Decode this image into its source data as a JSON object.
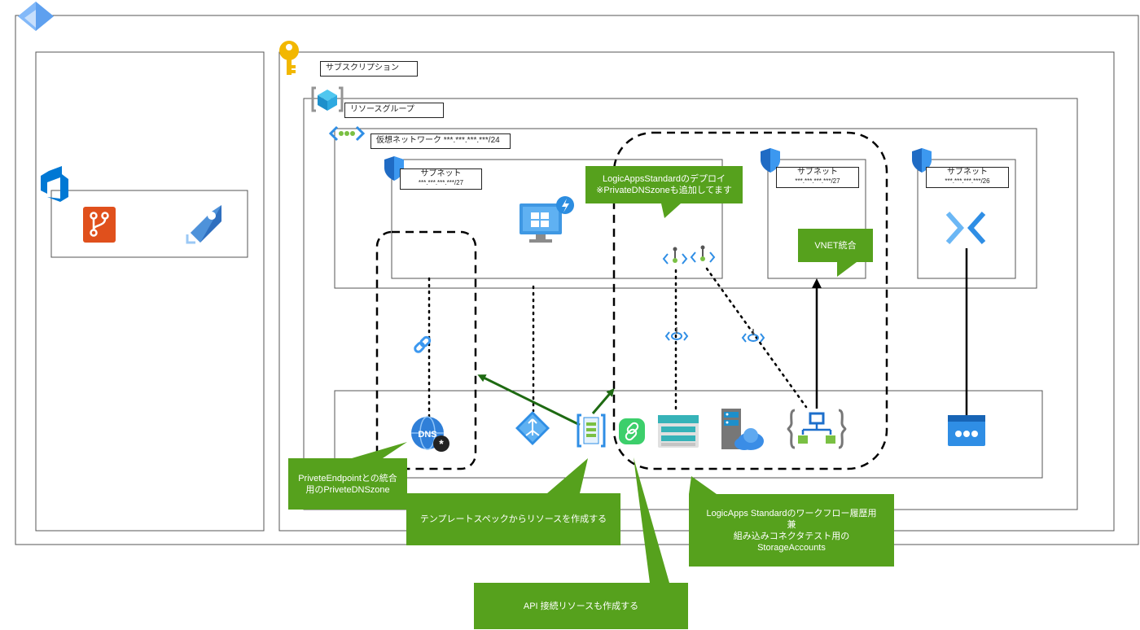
{
  "labels": {
    "subscription": "サブスクリプション",
    "resource_group": "リソースグループ",
    "vnet": "仮想ネットワーク ***.***.***.***/24",
    "subnet1_title": "サブネット",
    "subnet1_cidr": "***.***.***.***/27",
    "subnet2_title": "サブネット",
    "subnet2_cidr": "***.***.***.***/27",
    "subnet3_title": "サブネット",
    "subnet3_cidr": "***.***.***.***/26"
  },
  "callouts": {
    "logicapps_deploy": "LogicAppsStandardのデプロイ\n※PrivateDNSzoneも追加してます",
    "vnet_integration": "VNET統合",
    "private_dns": "PriveteEndpointとの統合\n用のPriveteDNSzone",
    "template_spec": "テンプレートスペックからリソースを作成する",
    "storage": "LogicApps Standardのワークフロー履歴用\n兼\n組み込みコネクタテスト用の\nStorageAccounts",
    "api_connection": "API 接続リソースも作成する"
  },
  "colors": {
    "callout_green": "#56a11d",
    "arrow_green": "#1e6a12",
    "azure_blue": "#0078d4",
    "devops_orange": "#e0501c",
    "key_yellow": "#f2b700"
  },
  "icons": [
    "azure-ad-icon",
    "key-icon",
    "resource-group-icon",
    "vnet-icon",
    "shield-icon",
    "azure-devops-icon",
    "azure-repos-icon",
    "azure-pipelines-icon",
    "virtual-machine-icon",
    "private-endpoint-icon",
    "link-icon",
    "private-link-icon",
    "dns-zone-icon",
    "nat-gateway-icon",
    "template-spec-icon",
    "api-connection-icon",
    "storage-account-icon",
    "app-service-plan-icon",
    "logic-app-icon",
    "bastion-icon"
  ]
}
